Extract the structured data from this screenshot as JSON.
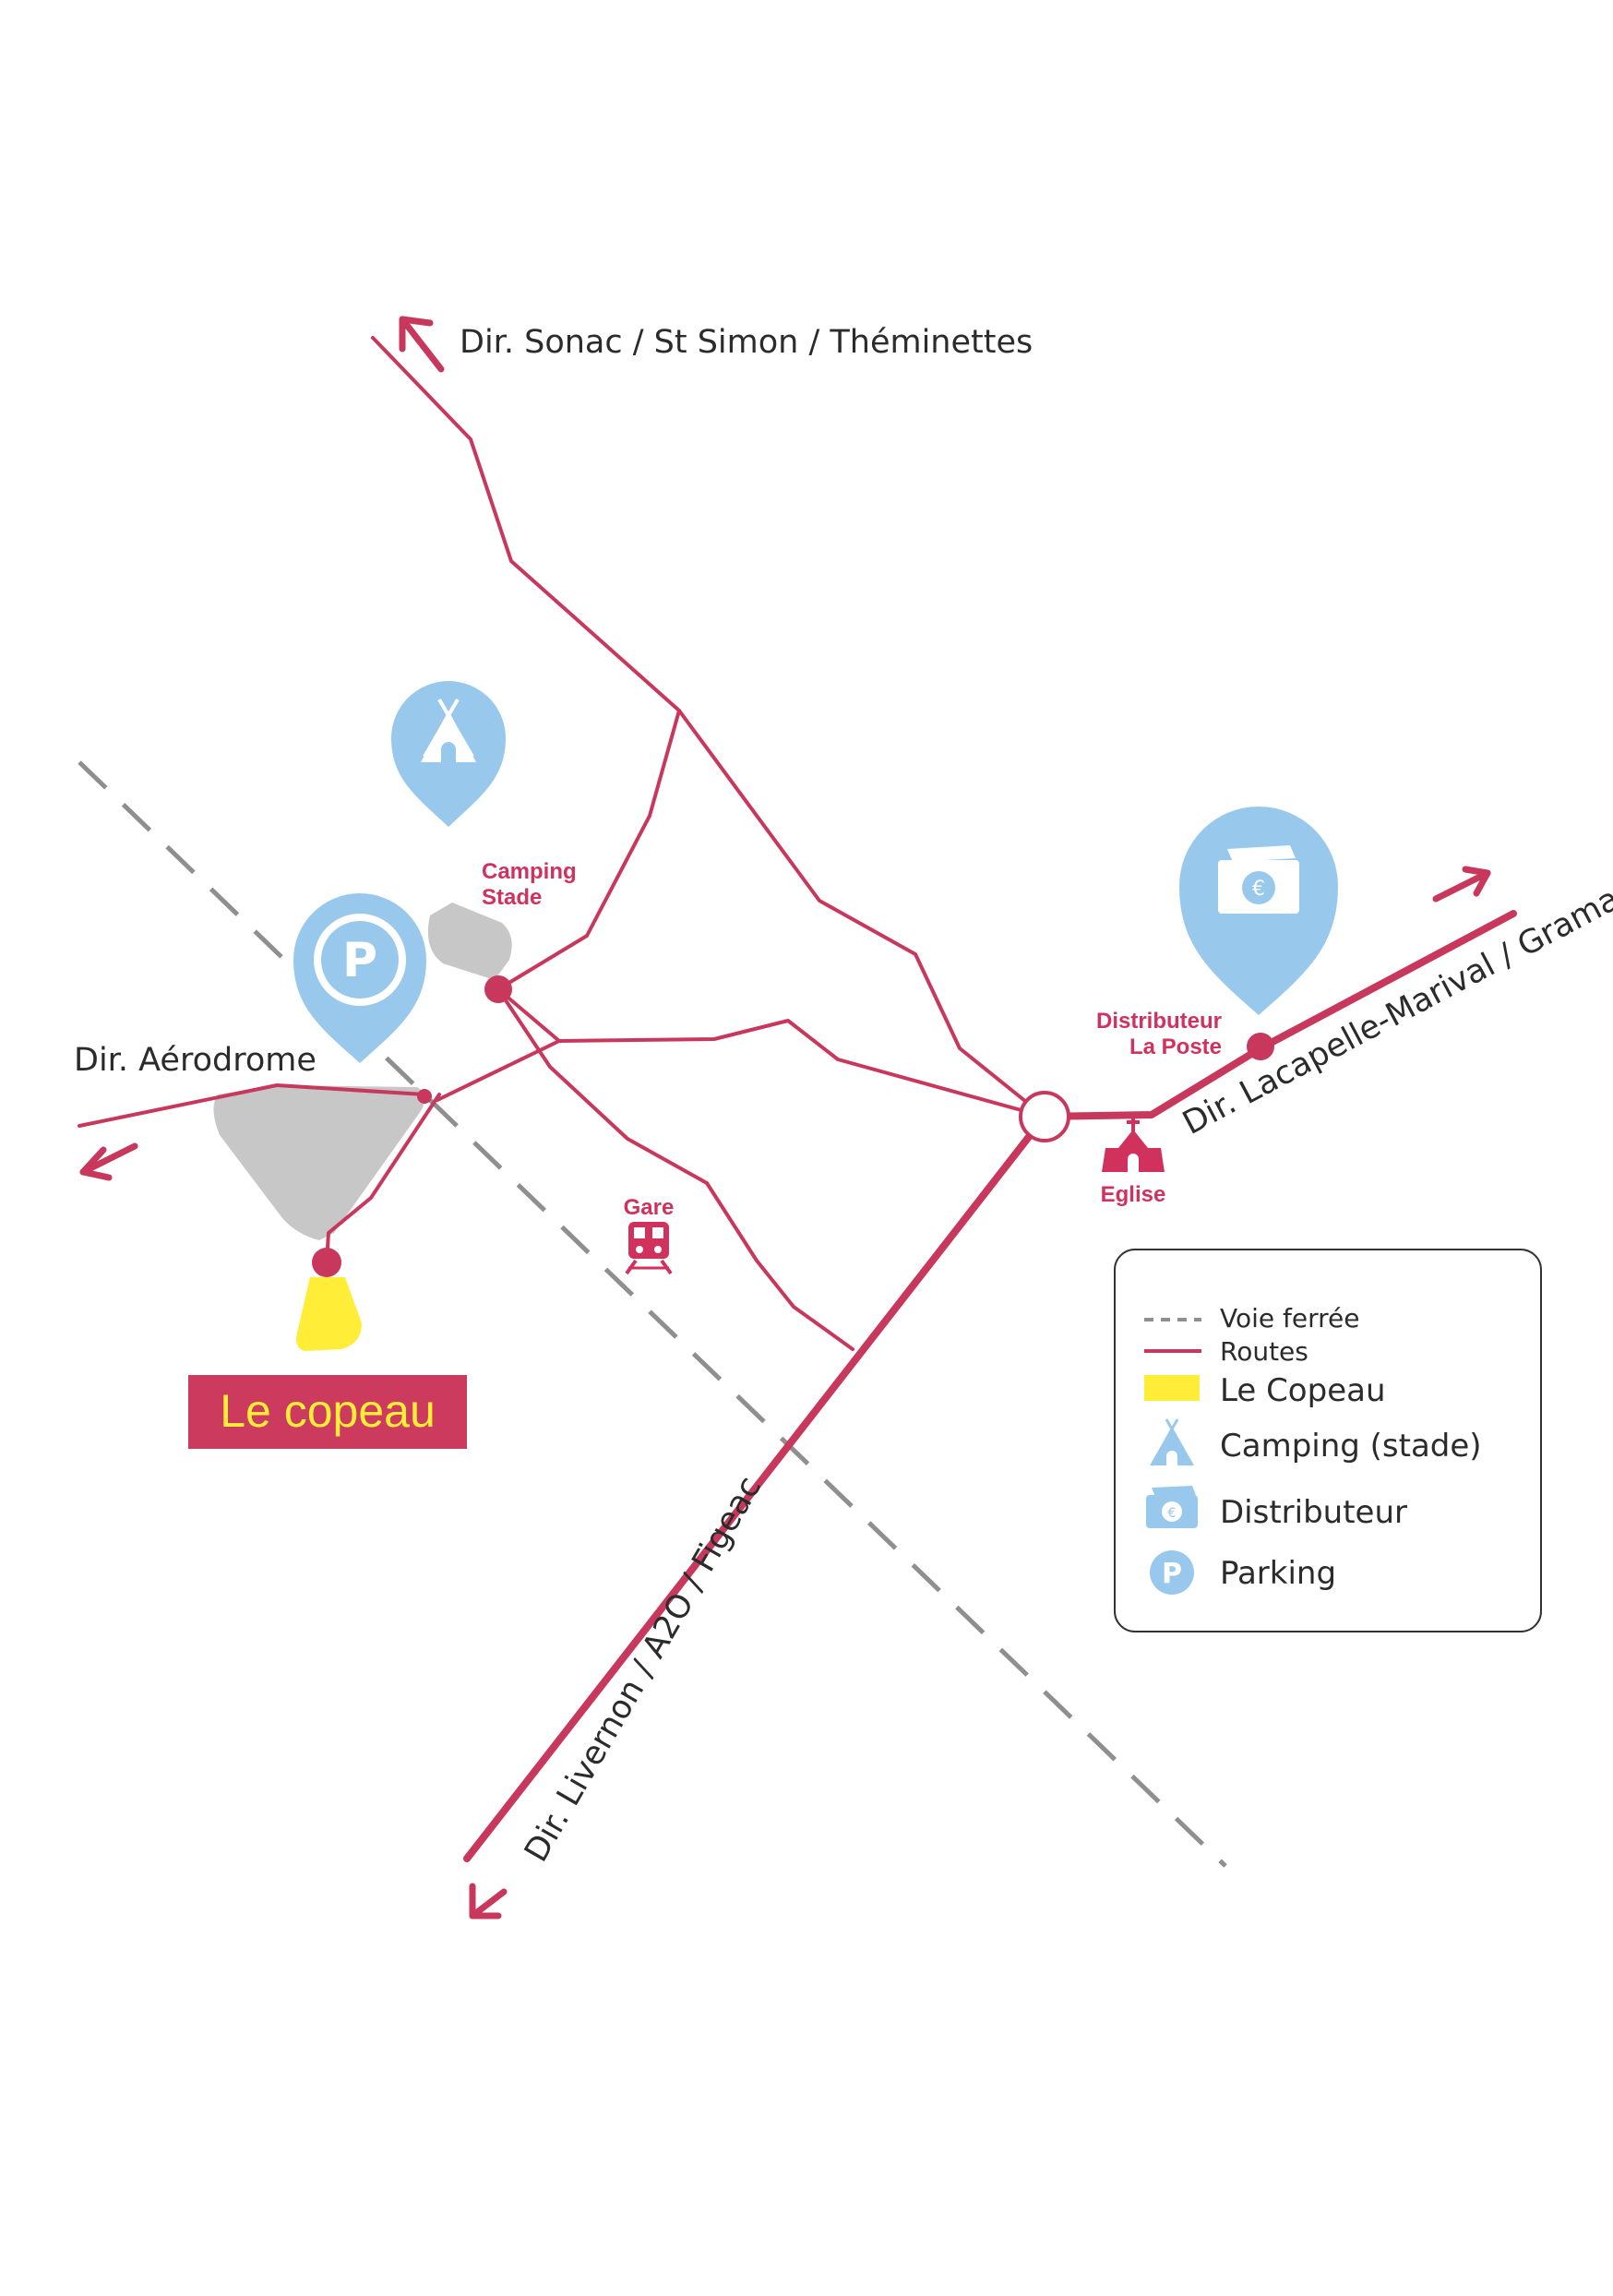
{
  "colors": {
    "route": "#c8375c",
    "rail": "#8f8f8f",
    "pin": "#98c9ec",
    "area": "#c7c7c7",
    "venue": "#ffed38",
    "brand_bg": "#cc3a5d",
    "label_accent": "#d0325d"
  },
  "directions": {
    "north": "Dir. Sonac / St Simon / Théminettes",
    "west": "Dir. Aérodrome",
    "east": "Dir. Lacapelle-Marival / Gramat",
    "south": "Dir. Livernon / A2O / Figeac"
  },
  "pois": {
    "camping_line1": "Camping",
    "camping_line2": "Stade",
    "distributeur_line1": "Distributeur",
    "distributeur_line2": "La Poste",
    "gare": "Gare",
    "eglise": "Eglise"
  },
  "venue": {
    "name": "Le copeau"
  },
  "legend": {
    "items": [
      {
        "label": "Voie ferrée",
        "icon": "dashed-line-icon"
      },
      {
        "label": "Routes",
        "icon": "route-line-icon"
      },
      {
        "label": "Le Copeau",
        "icon": "yellow-swatch-icon"
      },
      {
        "label": "Camping (stade)",
        "icon": "tent-icon"
      },
      {
        "label": "Distributeur",
        "icon": "banknote-icon"
      },
      {
        "label": "Parking",
        "icon": "parking-icon"
      }
    ]
  }
}
